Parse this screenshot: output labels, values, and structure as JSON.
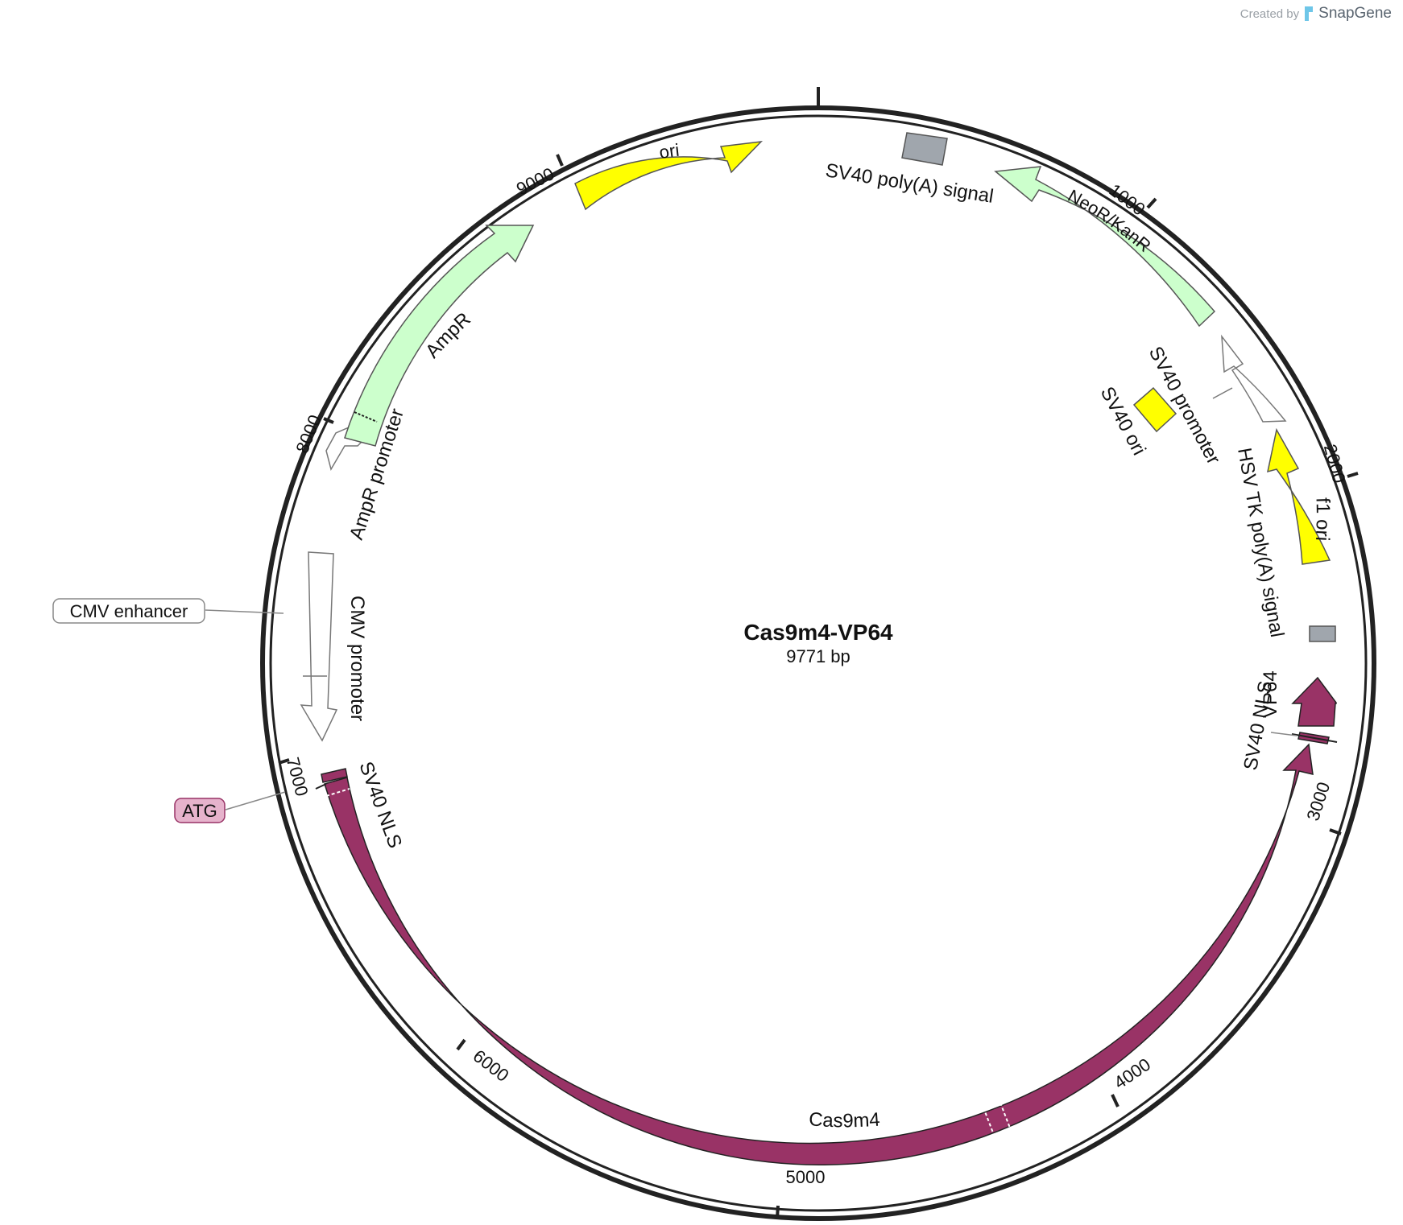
{
  "watermark": {
    "created_by": "Created by",
    "product": "SnapGene"
  },
  "plasmid": {
    "name": "Cas9m4-VP64",
    "length_label": "9771 bp",
    "length": 9771
  },
  "ticks": [
    {
      "bp": 1000,
      "label": "1000"
    },
    {
      "bp": 2000,
      "label": "2000"
    },
    {
      "bp": 3000,
      "label": "3000"
    },
    {
      "bp": 4000,
      "label": "4000"
    },
    {
      "bp": 5000,
      "label": "5000"
    },
    {
      "bp": 6000,
      "label": "6000"
    },
    {
      "bp": 7000,
      "label": "7000"
    },
    {
      "bp": 8000,
      "label": "8000"
    },
    {
      "bp": 9000,
      "label": "9000"
    }
  ],
  "features": [
    {
      "name": "ori",
      "color": "#ffff00",
      "kind": "arrow"
    },
    {
      "name": "SV40 poly(A) signal",
      "color": "#a0a6ad",
      "kind": "box"
    },
    {
      "name": "NeoR/KanR",
      "color": "#ccffcc",
      "kind": "arrow"
    },
    {
      "name": "SV40 promoter",
      "color": "#ffffff",
      "kind": "arrow"
    },
    {
      "name": "SV40 ori",
      "color": "#ffff00",
      "kind": "box"
    },
    {
      "name": "f1 ori",
      "color": "#ffff00",
      "kind": "arrow"
    },
    {
      "name": "HSV TK poly(A) signal",
      "color": "#a0a6ad",
      "kind": "box"
    },
    {
      "name": "VP64",
      "color": "#993366",
      "kind": "arrow"
    },
    {
      "name": "SV40 NLS",
      "color": "#993366",
      "kind": "box"
    },
    {
      "name": "Cas9m4",
      "color": "#993366",
      "kind": "arrow"
    },
    {
      "name": "SV40 NLS",
      "color": "#993366",
      "kind": "box"
    },
    {
      "name": "ATG",
      "color": "#e6b3cc",
      "kind": "site"
    },
    {
      "name": "CMV promoter",
      "color": "#ffffff",
      "kind": "arrow"
    },
    {
      "name": "CMV enhancer",
      "color": "#ffffff",
      "kind": "region"
    },
    {
      "name": "AmpR promoter",
      "color": "#ffffff",
      "kind": "arrow"
    },
    {
      "name": "AmpR",
      "color": "#ccffcc",
      "kind": "arrow"
    }
  ]
}
